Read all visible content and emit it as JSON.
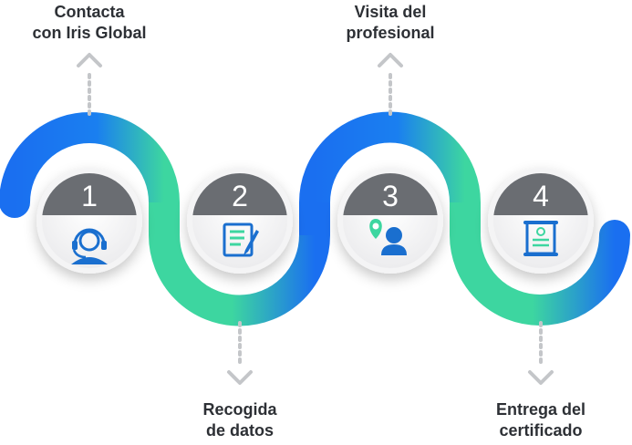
{
  "steps": [
    {
      "number": "1",
      "label_lines": [
        "Contacta",
        "con Iris Global"
      ],
      "label_position": "top",
      "icon": "headset-icon"
    },
    {
      "number": "2",
      "label_lines": [
        "Recogida",
        "de datos"
      ],
      "label_position": "bottom",
      "icon": "form-document-icon"
    },
    {
      "number": "3",
      "label_lines": [
        "Visita del",
        "profesional"
      ],
      "label_position": "top",
      "icon": "location-person-icon"
    },
    {
      "number": "4",
      "label_lines": [
        "Entrega del",
        "certificado"
      ],
      "label_position": "bottom",
      "icon": "certificate-icon"
    }
  ],
  "colors": {
    "blue": "#1a6ff0",
    "green": "#3dd6a0",
    "icon": "#1a6fcf",
    "badge": "#6a6d72",
    "text": "#2d3035",
    "dots": "#c4c6c9"
  }
}
